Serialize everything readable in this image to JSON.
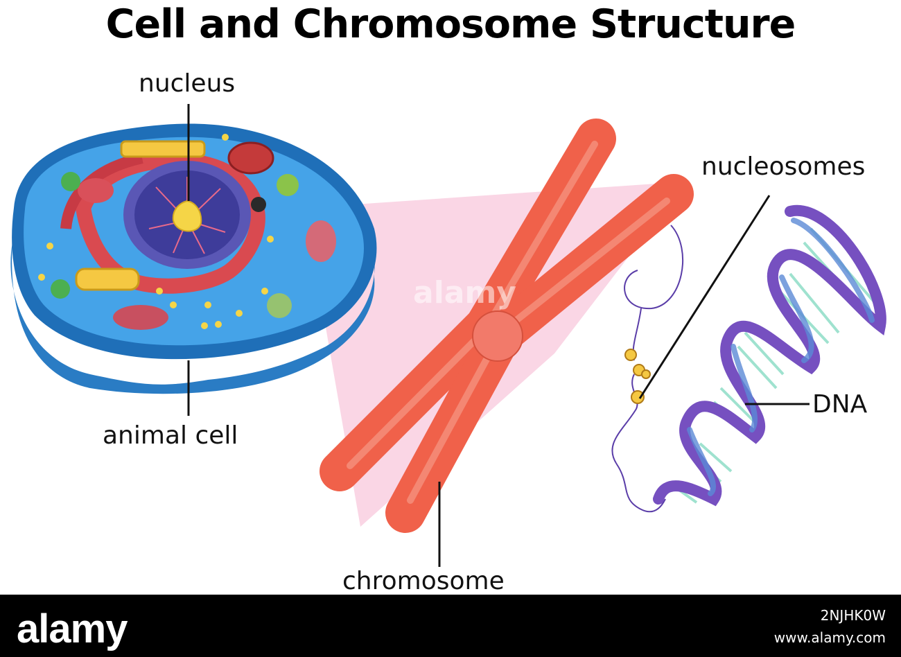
{
  "title": "Cell and Chromosome Structure",
  "labels": {
    "nucleus": "nucleus",
    "animal_cell": "animal cell",
    "chromosome": "chromosome",
    "nucleosomes": "nucleosomes",
    "dna": "DNA"
  },
  "watermark": {
    "center": "alamy",
    "footer_logo": "alamy",
    "image_id": "2NJHK0W",
    "site": "www.alamy.com"
  },
  "colors": {
    "cell_body": "#3a8fd6",
    "cell_membrane": "#1f6fb8",
    "nucleus": "#5a57b5",
    "nucleolus": "#f5d547",
    "organelle_red": "#d94a50",
    "chromosome": "#f0614a",
    "zoom_fill": "#f9cfe0",
    "dna_backbone": "#7650c0",
    "dna_rungs": "#9fe2cf"
  }
}
